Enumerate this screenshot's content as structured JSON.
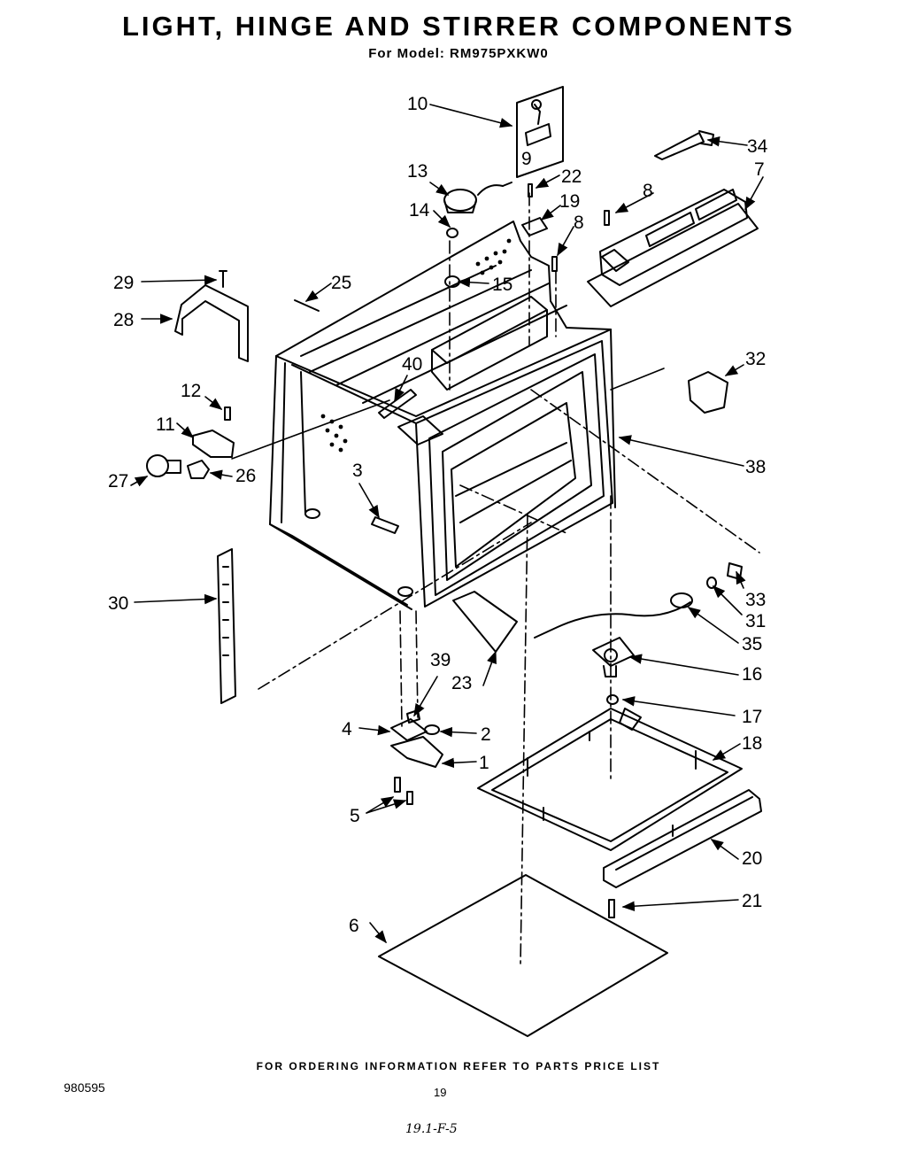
{
  "header": {
    "title": "LIGHT, HINGE AND STIRRER COMPONENTS",
    "subtitle": "For Model: RM975PXKW0"
  },
  "callouts": [
    {
      "id": "c1",
      "label": "1"
    },
    {
      "id": "c2",
      "label": "2"
    },
    {
      "id": "c3",
      "label": "3"
    },
    {
      "id": "c4",
      "label": "4"
    },
    {
      "id": "c5",
      "label": "5"
    },
    {
      "id": "c6",
      "label": "6"
    },
    {
      "id": "c7",
      "label": "7"
    },
    {
      "id": "c8a",
      "label": "8"
    },
    {
      "id": "c8b",
      "label": "8"
    },
    {
      "id": "c9",
      "label": "9"
    },
    {
      "id": "c10",
      "label": "10"
    },
    {
      "id": "c11",
      "label": "11"
    },
    {
      "id": "c12",
      "label": "12"
    },
    {
      "id": "c13",
      "label": "13"
    },
    {
      "id": "c14",
      "label": "14"
    },
    {
      "id": "c15",
      "label": "15"
    },
    {
      "id": "c16",
      "label": "16"
    },
    {
      "id": "c17",
      "label": "17"
    },
    {
      "id": "c18",
      "label": "18"
    },
    {
      "id": "c19",
      "label": "19"
    },
    {
      "id": "c20",
      "label": "20"
    },
    {
      "id": "c21",
      "label": "21"
    },
    {
      "id": "c22",
      "label": "22"
    },
    {
      "id": "c23",
      "label": "23"
    },
    {
      "id": "c25",
      "label": "25"
    },
    {
      "id": "c26",
      "label": "26"
    },
    {
      "id": "c27",
      "label": "27"
    },
    {
      "id": "c28",
      "label": "28"
    },
    {
      "id": "c29",
      "label": "29"
    },
    {
      "id": "c30",
      "label": "30"
    },
    {
      "id": "c31",
      "label": "31"
    },
    {
      "id": "c32",
      "label": "32"
    },
    {
      "id": "c33",
      "label": "33"
    },
    {
      "id": "c34",
      "label": "34"
    },
    {
      "id": "c35",
      "label": "35"
    },
    {
      "id": "c38",
      "label": "38"
    },
    {
      "id": "c39",
      "label": "39"
    },
    {
      "id": "c40",
      "label": "40"
    }
  ],
  "footer": {
    "ordering_note": "FOR ORDERING INFORMATION REFER TO PARTS PRICE LIST",
    "doc_number": "980595",
    "page_number": "19",
    "handwritten_note": "19.1-F-5"
  }
}
